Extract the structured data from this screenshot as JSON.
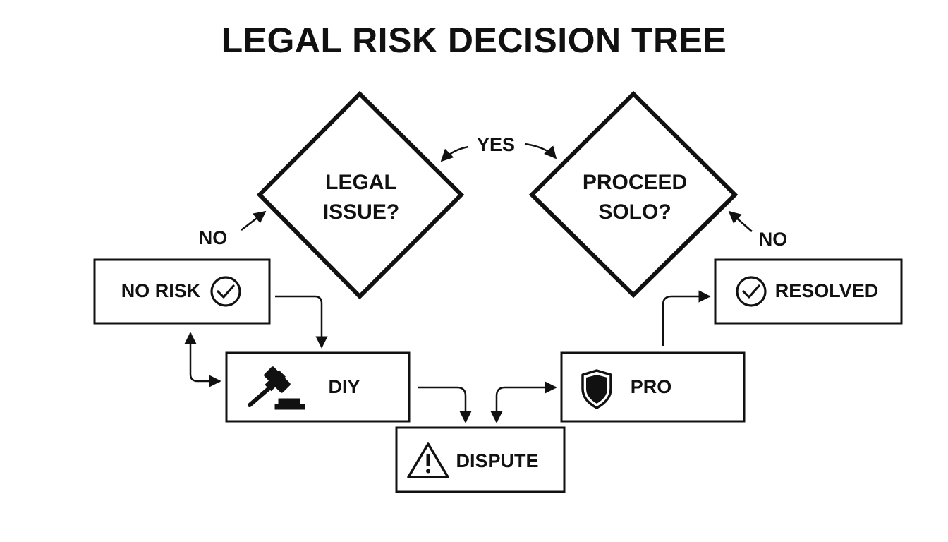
{
  "title": "LEGAL RISK DECISION TREE",
  "decisions": {
    "legal_issue": [
      "LEGAL",
      "ISSUE?"
    ],
    "proceed_solo": [
      "PROCEED",
      "SOLO?"
    ]
  },
  "edge_labels": {
    "yes": "YES",
    "no_left": "NO",
    "no_right": "NO"
  },
  "outcomes": {
    "no_risk": "NO RISK",
    "resolved": "RESOLVED",
    "diy": "DIY",
    "pro": "PRO",
    "dispute": "DISPUTE"
  },
  "icons": {
    "no_risk": "check-circle-icon",
    "resolved": "check-circle-icon",
    "diy": "gavel-icon",
    "pro": "shield-icon",
    "dispute": "warning-triangle-icon"
  },
  "colors": {
    "stroke": "#111111",
    "background": "#ffffff"
  }
}
